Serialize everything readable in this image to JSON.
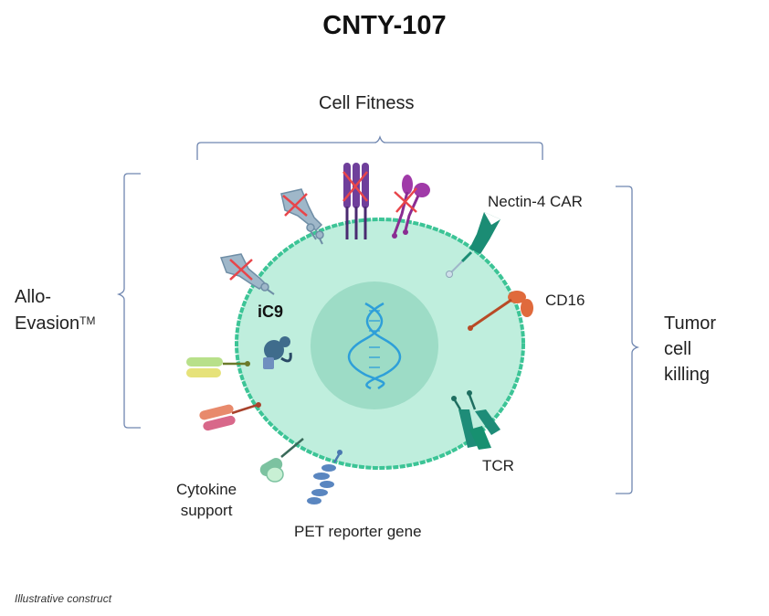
{
  "title": "CNTY-107",
  "labels": {
    "cell_fitness": "Cell Fitness",
    "allo_line1": "Allo-",
    "allo_line2": "Evasion",
    "allo_sup": "TM",
    "tumor_line1": "Tumor",
    "tumor_line2": "cell",
    "tumor_line3": "killing",
    "nectin_car": "Nectin-4 CAR",
    "cd16": "CD16",
    "tcr": "TCR",
    "cytokine_line1": "Cytokine",
    "cytokine_line2": "support",
    "pet_reporter": "PET reporter gene",
    "ic9": "iC9"
  },
  "footnote": "Illustrative construct",
  "colors": {
    "cell_fill": "#bfeedd",
    "cell_border": "#3cc496",
    "nucleus": "#9ddcc6",
    "dna": "#2e9fd9",
    "bracket": "#6f86b0",
    "knockout_x": "#e8454a",
    "car": "#1b8c74",
    "cd16": "#d9532c",
    "tcr": "#1e8c78",
    "pet": "#4a78b0",
    "cytokine": "#7cc2a0",
    "purple_receptor": "#6f3f9b",
    "magenta_receptor": "#a03aa8",
    "ic9": "#3f6c8c"
  }
}
